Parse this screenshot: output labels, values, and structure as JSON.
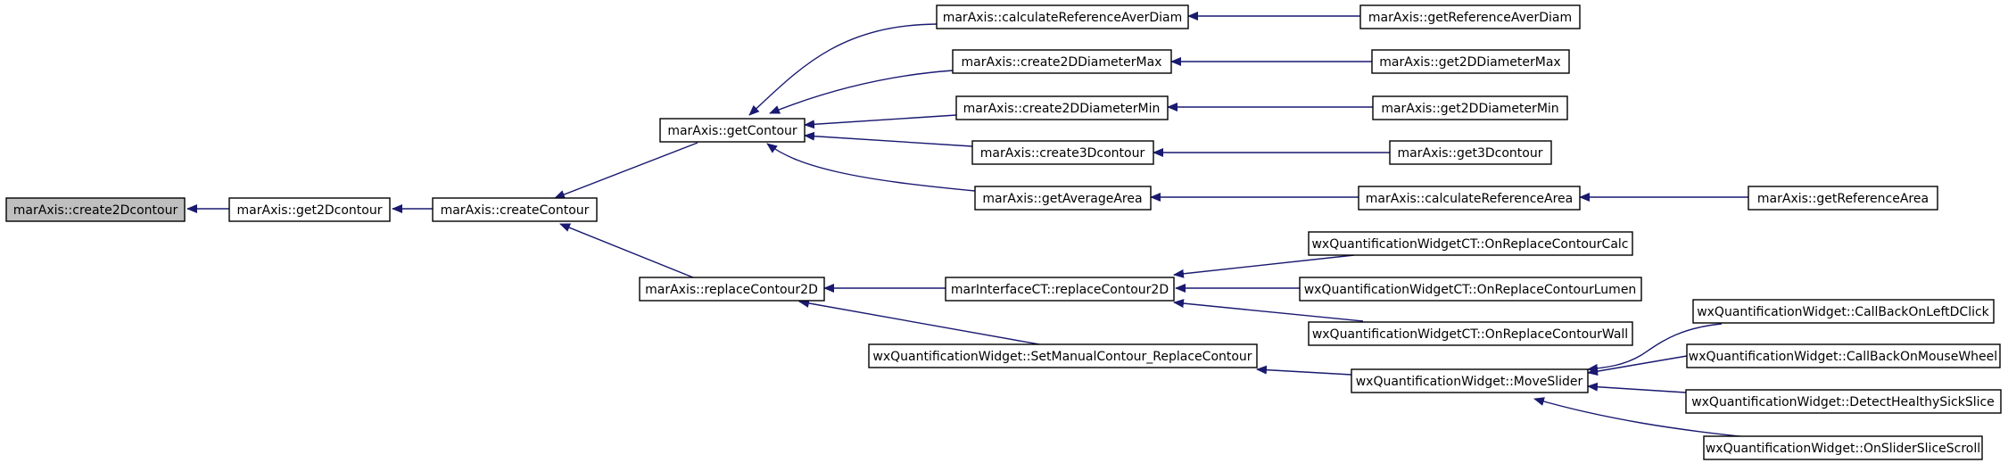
{
  "graph": {
    "nodes": [
      {
        "id": "n0",
        "label": "marAxis::create2Dcontour",
        "root": true
      },
      {
        "id": "n1",
        "label": "marAxis::get2Dcontour"
      },
      {
        "id": "n2",
        "label": "marAxis::createContour"
      },
      {
        "id": "n3",
        "label": "marAxis::getContour"
      },
      {
        "id": "n4",
        "label": "marAxis::replaceContour2D"
      },
      {
        "id": "n5",
        "label": "marAxis::calculateReferenceAverDiam"
      },
      {
        "id": "n6",
        "label": "marAxis::create2DDiameterMax"
      },
      {
        "id": "n7",
        "label": "marAxis::create2DDiameterMin"
      },
      {
        "id": "n8",
        "label": "marAxis::create3Dcontour"
      },
      {
        "id": "n9",
        "label": "marAxis::getAverageArea"
      },
      {
        "id": "n10",
        "label": "marInterfaceCT::replaceContour2D"
      },
      {
        "id": "n11",
        "label": "wxQuantificationWidget::SetManualContour_ReplaceContour"
      },
      {
        "id": "n12",
        "label": "marAxis::getReferenceAverDiam"
      },
      {
        "id": "n13",
        "label": "marAxis::get2DDiameterMax"
      },
      {
        "id": "n14",
        "label": "marAxis::get2DDiameterMin"
      },
      {
        "id": "n15",
        "label": "marAxis::get3Dcontour"
      },
      {
        "id": "n16",
        "label": "marAxis::calculateReferenceArea"
      },
      {
        "id": "n17",
        "label": "wxQuantificationWidgetCT::OnReplaceContourCalc"
      },
      {
        "id": "n18",
        "label": "wxQuantificationWidgetCT::OnReplaceContourLumen"
      },
      {
        "id": "n19",
        "label": "wxQuantificationWidgetCT::OnReplaceContourWall"
      },
      {
        "id": "n20",
        "label": "wxQuantificationWidget::MoveSlider"
      },
      {
        "id": "n21",
        "label": "marAxis::getReferenceArea"
      },
      {
        "id": "n22",
        "label": "wxQuantificationWidget::CallBackOnLeftDClick"
      },
      {
        "id": "n23",
        "label": "wxQuantificationWidget::CallBackOnMouseWheel"
      },
      {
        "id": "n24",
        "label": "wxQuantificationWidget::DetectHealthySickSlice"
      },
      {
        "id": "n25",
        "label": "wxQuantificationWidget::OnSliderSliceScroll"
      }
    ],
    "edges": [
      {
        "from": "n1",
        "to": "n0"
      },
      {
        "from": "n2",
        "to": "n1"
      },
      {
        "from": "n3",
        "to": "n2"
      },
      {
        "from": "n4",
        "to": "n2"
      },
      {
        "from": "n5",
        "to": "n3"
      },
      {
        "from": "n6",
        "to": "n3"
      },
      {
        "from": "n7",
        "to": "n3"
      },
      {
        "from": "n8",
        "to": "n3"
      },
      {
        "from": "n9",
        "to": "n3"
      },
      {
        "from": "n10",
        "to": "n4"
      },
      {
        "from": "n11",
        "to": "n4"
      },
      {
        "from": "n12",
        "to": "n5"
      },
      {
        "from": "n13",
        "to": "n6"
      },
      {
        "from": "n14",
        "to": "n7"
      },
      {
        "from": "n15",
        "to": "n8"
      },
      {
        "from": "n16",
        "to": "n9"
      },
      {
        "from": "n17",
        "to": "n10"
      },
      {
        "from": "n18",
        "to": "n10"
      },
      {
        "from": "n19",
        "to": "n10"
      },
      {
        "from": "n20",
        "to": "n11"
      },
      {
        "from": "n21",
        "to": "n16"
      },
      {
        "from": "n22",
        "to": "n20"
      },
      {
        "from": "n23",
        "to": "n20"
      },
      {
        "from": "n24",
        "to": "n20"
      },
      {
        "from": "n25",
        "to": "n20"
      }
    ],
    "colors": {
      "edge": "#191970",
      "node_border": "#000000",
      "root_fill": "#bfbfbf",
      "node_fill": "#ffffff"
    }
  }
}
